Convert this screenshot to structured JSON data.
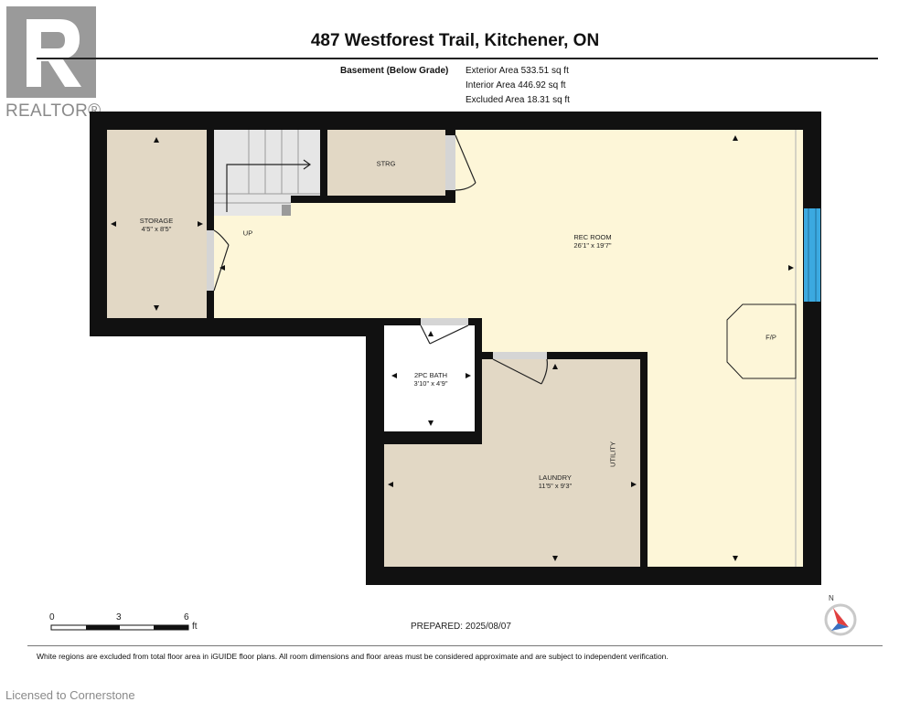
{
  "header": {
    "title": "487 Westforest Trail, Kitchener, ON"
  },
  "area_summary": {
    "level_label": "Basement (Below Grade)",
    "exterior_area": "Exterior Area 533.51 sq ft",
    "interior_area": "Interior Area 446.92 sq ft",
    "excluded_area": "Excluded Area 18.31 sq ft"
  },
  "logo": {
    "text": "REALTOR®",
    "color": "#9a9a9a"
  },
  "rooms": {
    "storage": {
      "name": "STORAGE",
      "dims": "4'5\" x 8'5\""
    },
    "strg": {
      "name": "STRG"
    },
    "stairs": {
      "label": "UP"
    },
    "rec_room": {
      "name": "REC ROOM",
      "dims": "26'1\" x 19'7\""
    },
    "bath": {
      "name": "2PC BATH",
      "dims": "3'10\" x 4'9\""
    },
    "laundry": {
      "name": "LAUNDRY",
      "dims": "11'5\" x 9'3\""
    },
    "utility": {
      "name": "UTILITY"
    },
    "fireplace": {
      "name": "F/P"
    }
  },
  "colors": {
    "wall": "#111111",
    "storage_fill": "#e2d8c5",
    "rec_room_fill": "#fdf6d8",
    "stairs_fill": "#e6e6e6",
    "window": "#3ba9e0",
    "bath_fill": "#ffffff"
  },
  "scale": {
    "ticks": [
      "0",
      "3",
      "6"
    ],
    "unit": "ft"
  },
  "footer": {
    "prepared": "PREPARED: 2025/08/07",
    "disclaimer": "White regions are excluded from total floor area in iGUIDE floor plans. All room dimensions and floor areas must be considered approximate and are subject to independent verification.",
    "licensed": "Licensed to Cornerstone"
  },
  "compass": {
    "north_label": "N",
    "icon": "compass-icon"
  }
}
